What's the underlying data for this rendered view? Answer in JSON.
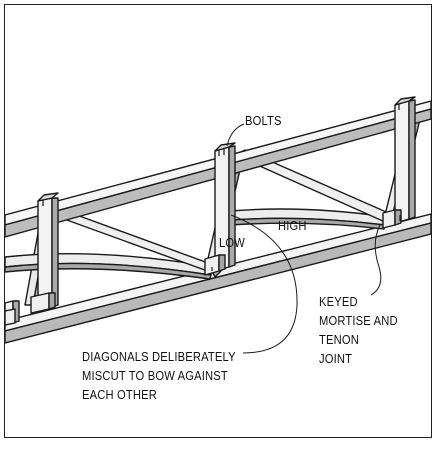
{
  "figure": {
    "labels": {
      "bolts": "BOLTS",
      "high": "HIGH",
      "low": "LOW",
      "keyed": "KEYED\nMORTISE AND\nTENON\nJOINT",
      "diagonals": "DIAGONALS DELIBERATELY\nMISCUT TO BOW AGAINST\nEACH OTHER"
    },
    "colors": {
      "line": "#1a1a1a",
      "wood": "#f2f2f2",
      "shade": "#bdbdbd",
      "shade_dark": "#9a9a9a"
    }
  }
}
